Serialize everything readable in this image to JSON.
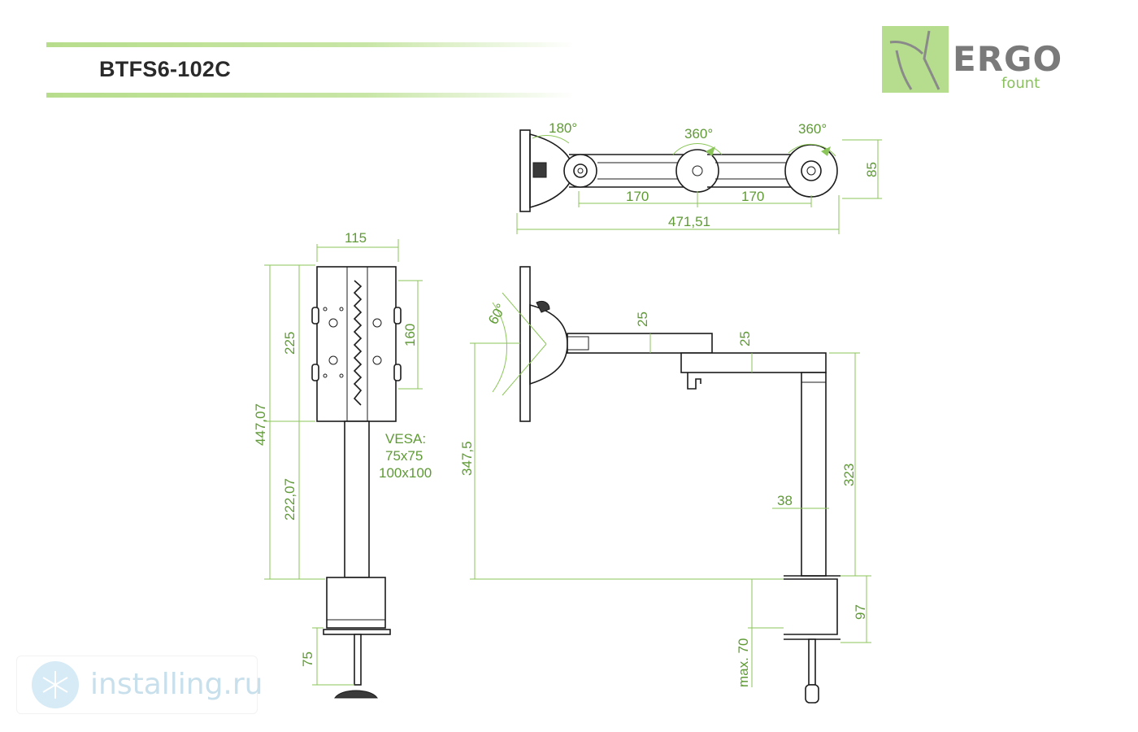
{
  "header": {
    "model": "BTFS6-102C"
  },
  "logo": {
    "brand": "ERGO",
    "sub": "fount",
    "colors": {
      "box": "#b6dc8e",
      "brand_text": "#7a7a7a",
      "sub_text": "#8ac15e"
    }
  },
  "watermark": {
    "text": "installing.ru",
    "icon": "snowflake-badge-icon"
  },
  "top_view": {
    "rot_monitor": "180°",
    "rot_mid": "360°",
    "rot_base": "360°",
    "arm1": "170",
    "arm2": "170",
    "total": "471,51",
    "depth": "85"
  },
  "front_view": {
    "width": "115",
    "head_height": "225",
    "total_height": "447,07",
    "pole_height": "222,07",
    "vesa_span": "160",
    "clamp": "75",
    "vesa_label": "VESA:",
    "vesa_1": "75x75",
    "vesa_2": "100x100"
  },
  "side_view": {
    "tilt": "60°",
    "arm1_h": "25",
    "arm2_h": "25",
    "height": "347,5",
    "pole_h": "323",
    "pole_d": "38",
    "clamp_h": "97",
    "desk_max": "max. 70"
  },
  "colors": {
    "accent": "#8cc65a",
    "dim_text": "#5f9a36",
    "line": "#1c1c1c"
  }
}
